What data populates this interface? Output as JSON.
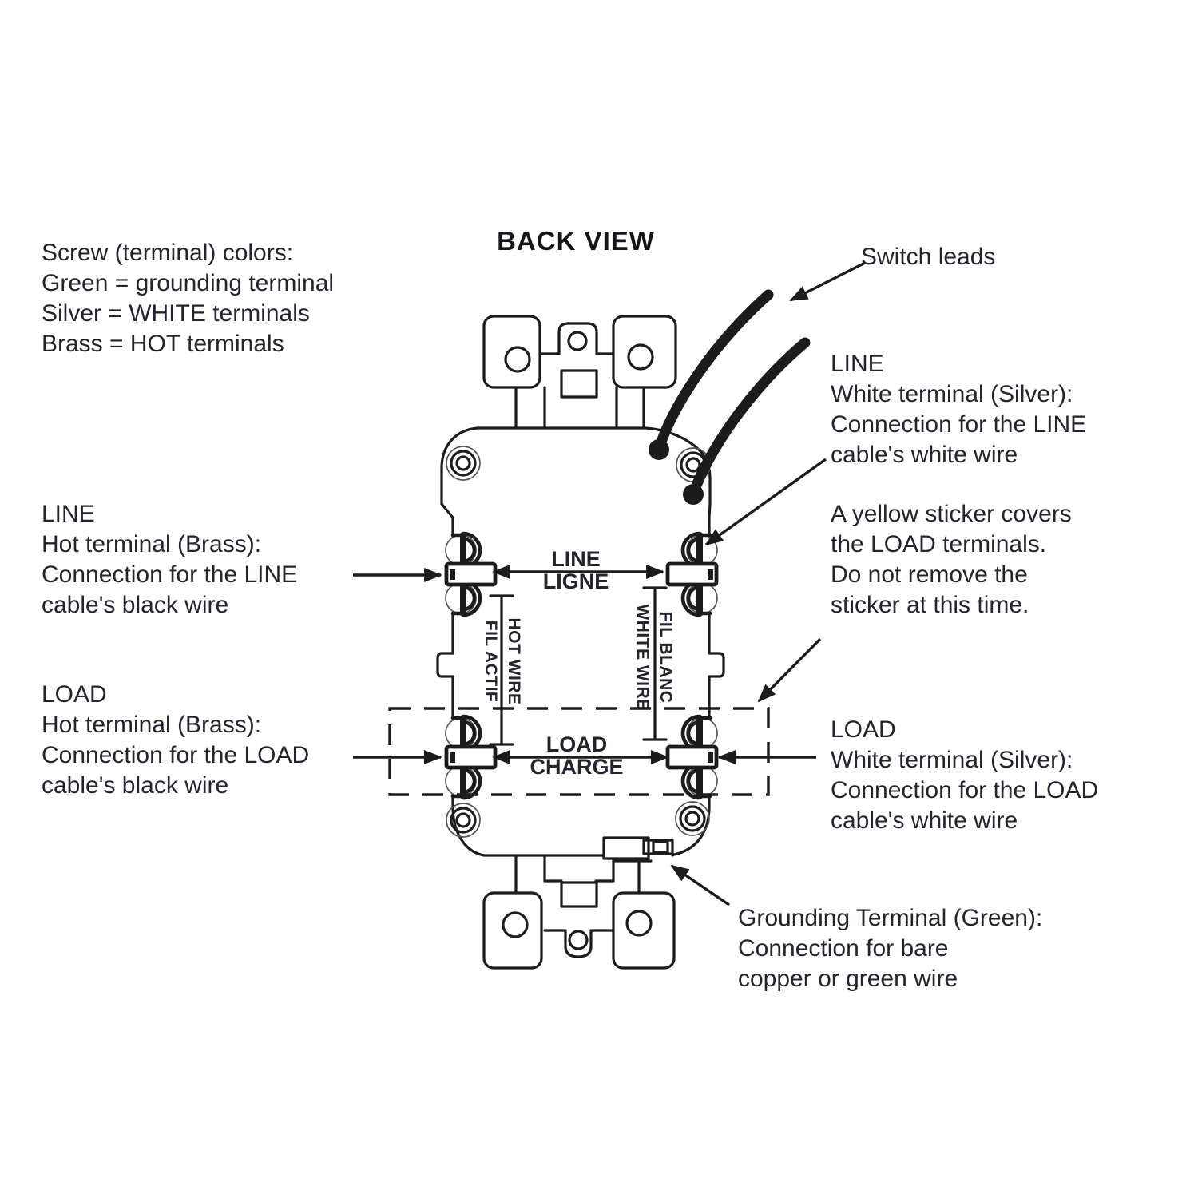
{
  "title": "BACK VIEW",
  "colors": {
    "background": "#ffffff",
    "diagram_line": "#1c1c1c",
    "label_text": "#23242e",
    "title_text": "#15151a"
  },
  "legend": {
    "lines": [
      "Screw (terminal) colors:",
      "Green = grounding terminal",
      "Silver = WHITE terminals",
      "Brass = HOT terminals"
    ]
  },
  "callouts": {
    "switch_leads": "Switch leads",
    "line_right": {
      "lines": [
        "LINE",
        "White terminal (Silver):",
        "Connection for the LINE",
        "cable's white wire"
      ]
    },
    "sticker": {
      "lines": [
        "A yellow sticker covers",
        "the LOAD terminals.",
        "Do not remove the",
        "sticker at this time."
      ]
    },
    "load_right": {
      "lines": [
        "LOAD",
        "White terminal (Silver):",
        "Connection for the LOAD",
        "cable's white wire"
      ]
    },
    "line_left": {
      "lines": [
        "LINE",
        "Hot terminal (Brass):",
        "Connection for the LINE",
        "cable's black wire"
      ]
    },
    "load_left": {
      "lines": [
        "LOAD",
        "Hot terminal (Brass):",
        "Connection for the LOAD",
        "cable's black wire"
      ]
    },
    "grounding": {
      "lines": [
        "Grounding Terminal (Green):",
        "Connection for bare",
        "copper or green wire"
      ]
    }
  },
  "diagram_labels": {
    "line_en": "LINE",
    "line_fr": "LIGNE",
    "load_en": "LOAD",
    "load_fr": "CHARGE",
    "hot_wire_en": "HOT WIRE",
    "hot_wire_fr": "FIL ACTIF",
    "white_wire_en": "WHITE WIRE",
    "white_wire_fr": "FIL BLANC"
  }
}
